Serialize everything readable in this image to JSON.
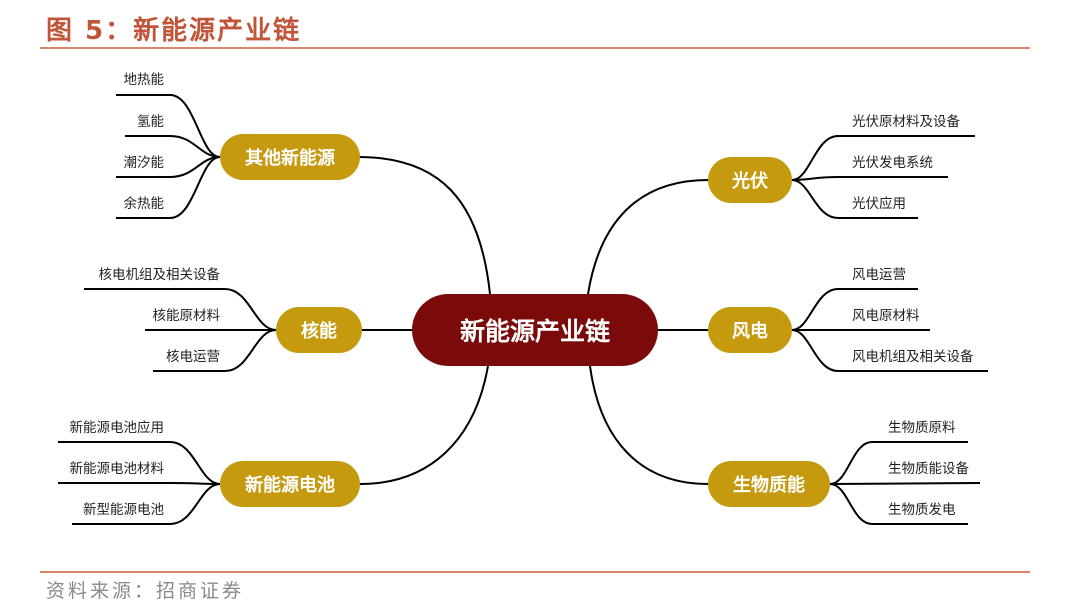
{
  "figure": {
    "title": "图 5：新能源产业链",
    "source": "资料来源：招商证券"
  },
  "center": {
    "label": "新能源产业链"
  },
  "categories": {
    "other": {
      "label": "其他新能源",
      "leaves": [
        "地热能",
        "氢能",
        "潮汐能",
        "余热能"
      ]
    },
    "nuclear": {
      "label": "核能",
      "leaves": [
        "核电机组及相关设备",
        "核能原材料",
        "核电运营"
      ]
    },
    "battery": {
      "label": "新能源电池",
      "leaves": [
        "新能源电池应用",
        "新能源电池材料",
        "新型能源电池"
      ]
    },
    "solar": {
      "label": "光伏",
      "leaves": [
        "光伏原材料及设备",
        "光伏发电系统",
        "光伏应用"
      ]
    },
    "wind": {
      "label": "风电",
      "leaves": [
        "风电运营",
        "风电原材料",
        "风电机组及相关设备"
      ]
    },
    "biomass": {
      "label": "生物质能",
      "leaves": [
        "生物质原料",
        "生物质能设备",
        "生物质发电"
      ]
    }
  },
  "colors": {
    "center_fill": "#7b0b0b",
    "category_fill": "#c59a0f",
    "title_color": "#c0553a",
    "rule_color": "#d9876a",
    "line_color": "#000000"
  }
}
